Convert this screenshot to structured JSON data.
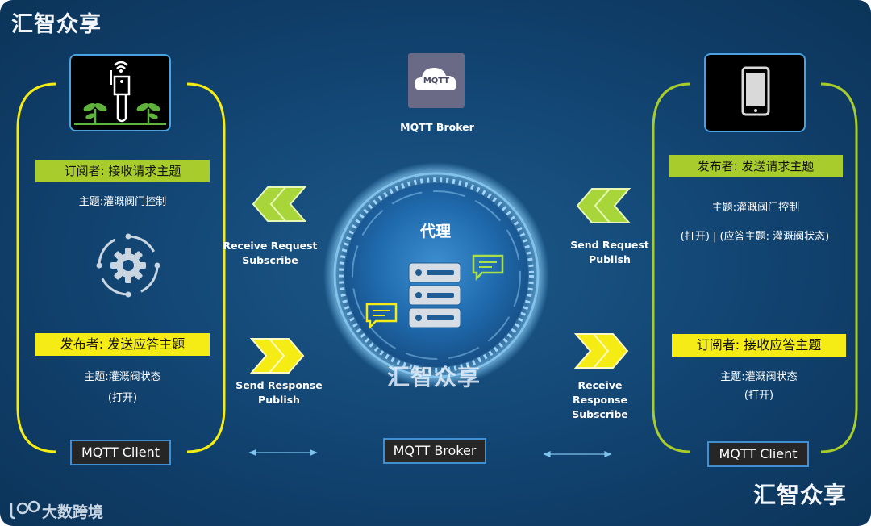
{
  "watermarks": {
    "top_left": "汇智众享",
    "bottom_right": "汇智众享",
    "center": "汇智众享",
    "bottom_left_logo": "大数跨境"
  },
  "broker": {
    "icon_label": "MQTT",
    "title": "MQTT Broker",
    "center_label": "代理",
    "bottom_box": "MQTT Broker"
  },
  "left_client": {
    "subscriber_bar": "订阅者: 接收请求主题",
    "subscriber_topic": "主题:灌溉阀门控制",
    "publisher_bar": "发布者: 发送应答主题",
    "publisher_topic": "主题:灌溉阀状态",
    "publisher_payload": "(打开)",
    "client_box": "MQTT Client"
  },
  "right_client": {
    "publisher_bar": "发布者: 发送请求主题",
    "publisher_topic": "主题:灌溉阀门控制",
    "publisher_payload": "(打开) | (应答主题:  灌溉阀状态)",
    "subscriber_bar": "订阅者: 接收应答主题",
    "subscriber_topic": "主题:灌溉阀状态",
    "subscriber_payload": "(打开)",
    "client_box": "MQTT Client"
  },
  "flows": {
    "left_top": [
      "Receive Request",
      "Subscribe"
    ],
    "left_bottom": [
      "Send Response",
      "Publish"
    ],
    "right_top": [
      "Send Request",
      "Publish"
    ],
    "right_bottom": [
      "Receive Response",
      "Subscribe"
    ]
  },
  "colors": {
    "background": "#154b7a",
    "left_bracket": "#f4ec14",
    "right_bracket": "#a8cc2c",
    "label_green": "#a8cc2c",
    "label_yellow": "#f4ec14",
    "device_border": "#4aa3e0"
  }
}
